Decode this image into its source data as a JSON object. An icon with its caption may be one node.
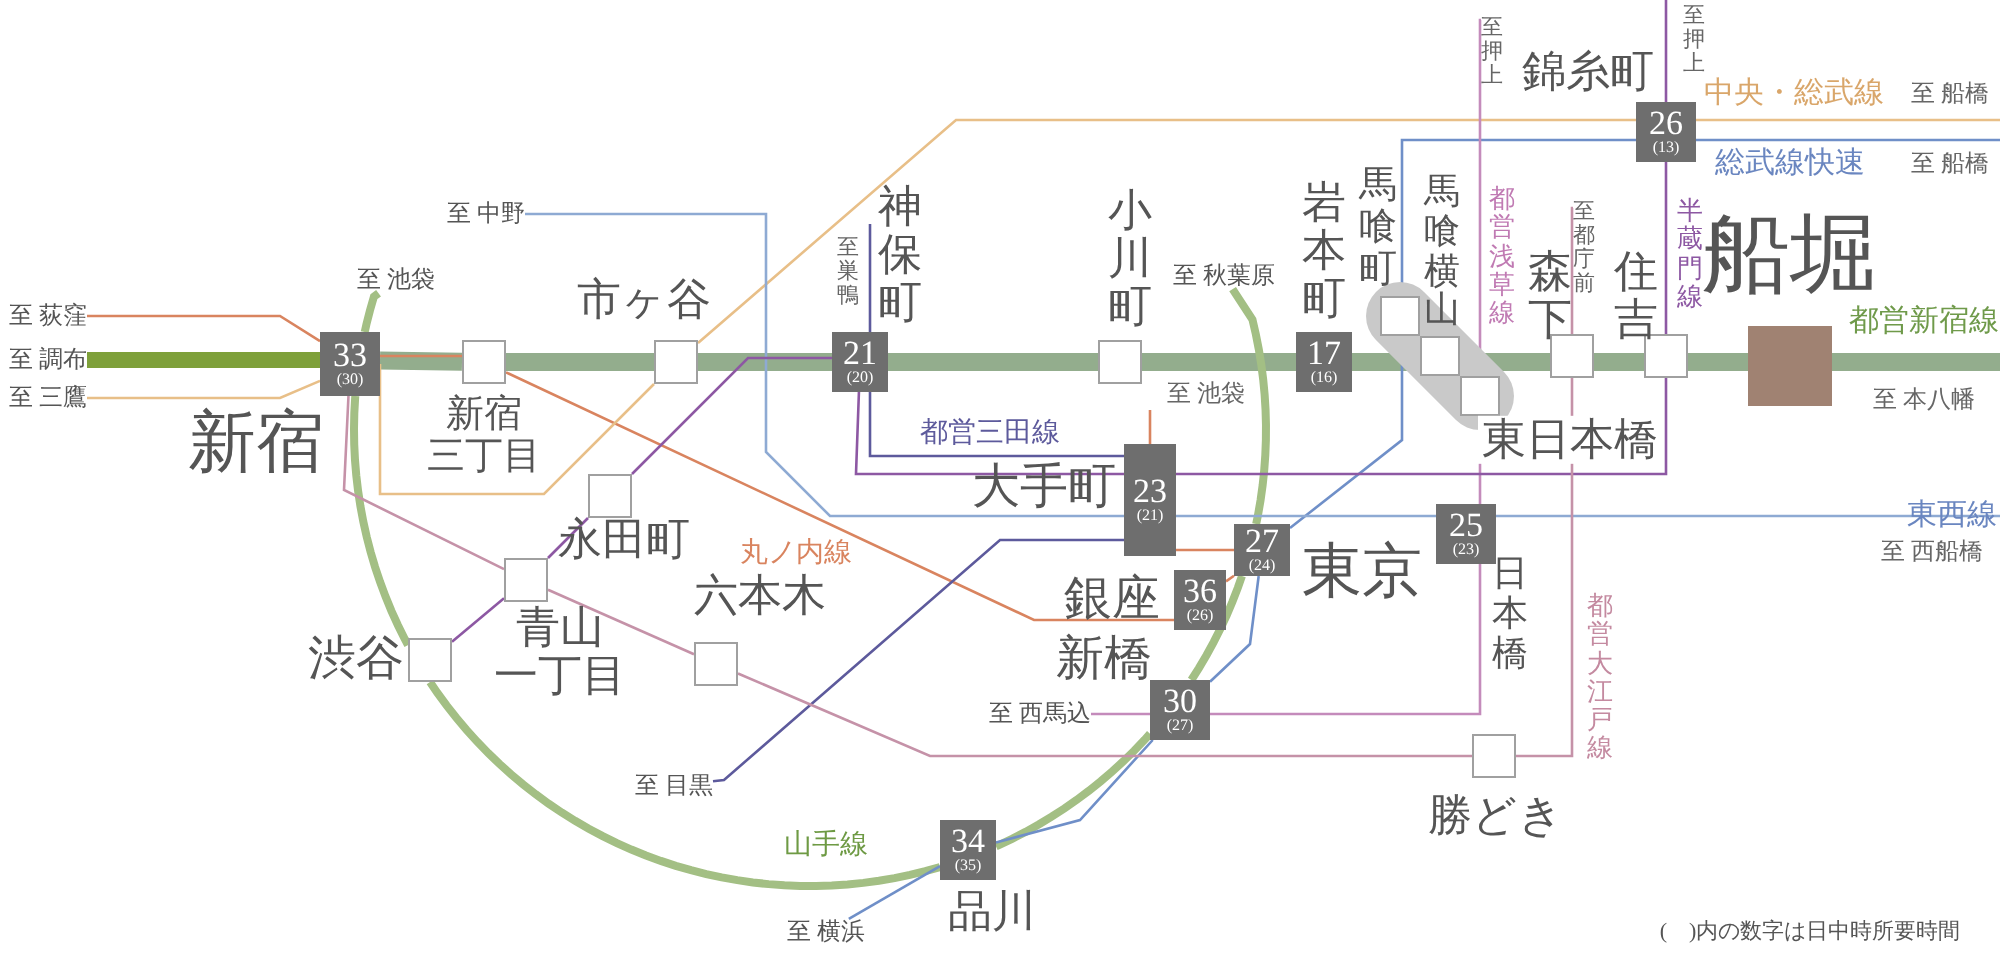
{
  "diagram": {
    "nodes": [
      {
        "text": [
          "33",
          "(30)"
        ],
        "beside": [
          "新宿"
        ]
      },
      {
        "text": [],
        "shape": "box",
        "beside": [
          "新宿三丁目"
        ]
      },
      {
        "text": [],
        "shape": "box",
        "beside": [
          "市ヶ谷"
        ]
      },
      {
        "text": [
          "21",
          "(20)"
        ],
        "beside": [
          "神保町"
        ]
      },
      {
        "text": [],
        "shape": "box",
        "beside": [
          "小川町"
        ]
      },
      {
        "text": [
          "17",
          "(16)"
        ],
        "beside": [
          "岩本町"
        ]
      },
      {
        "text": [],
        "shape": "box",
        "beside": [
          "馬喰町"
        ]
      },
      {
        "text": [],
        "shape": "box",
        "beside": [
          "馬喰横山"
        ]
      },
      {
        "text": [],
        "shape": "box",
        "beside": [
          "東日本橋"
        ]
      },
      {
        "text": [],
        "shape": "box",
        "beside": [
          "森下"
        ]
      },
      {
        "text": [],
        "shape": "box",
        "beside": [
          "住吉"
        ]
      },
      {
        "text": [],
        "shape": "box",
        "beside": [
          "船堀"
        ]
      },
      {
        "text": [
          "26",
          "(13)"
        ],
        "beside": [
          "錦糸町"
        ]
      },
      {
        "text": [
          "23",
          "(21)"
        ],
        "beside": [
          "大手町"
        ]
      },
      {
        "text": [
          "27",
          "(24)"
        ],
        "beside": [
          "東京"
        ]
      },
      {
        "text": [
          "36",
          "(26)"
        ],
        "beside": [
          "銀座"
        ]
      },
      {
        "text": [
          "25",
          "(23)"
        ],
        "beside": [
          "日本橋"
        ]
      },
      {
        "text": [
          "30",
          "(27)"
        ],
        "beside": [
          "新橋"
        ]
      },
      {
        "text": [
          "34",
          "(35)"
        ],
        "beside": [
          "品川"
        ]
      },
      {
        "text": [],
        "shape": "box",
        "beside": [
          "渋谷"
        ]
      },
      {
        "text": [],
        "shape": "box",
        "beside": [
          "青山一丁目"
        ]
      },
      {
        "text": [],
        "shape": "box",
        "beside": [
          "永田町"
        ]
      },
      {
        "text": [],
        "shape": "box",
        "beside": [
          "六本木"
        ]
      },
      {
        "text": [],
        "shape": "box",
        "beside": [
          "勝どき"
        ]
      },
      {
        "text": [
          "至 荻窪"
        ]
      },
      {
        "text": [
          "至 調布"
        ]
      },
      {
        "text": [
          "至 三鷹"
        ]
      },
      {
        "text": [
          "至 池袋"
        ]
      },
      {
        "text": [
          "至 中野"
        ]
      },
      {
        "text": [
          "至 秋葉原"
        ]
      },
      {
        "text": [
          "至 西馬込"
        ]
      },
      {
        "text": [
          "至 目黒"
        ]
      },
      {
        "text": [
          "至 横浜"
        ]
      },
      {
        "text": [
          "至押上"
        ]
      },
      {
        "text": [
          "至都庁前"
        ]
      },
      {
        "text": [
          "東西線"
        ]
      }
    ],
    "edges": [
      {
        "from": 25,
        "to": 0,
        "arrow": "none",
        "style": "thick",
        "color": "#7ea03a"
      },
      {
        "from": 0,
        "to": 1,
        "arrow": "none",
        "style": "thick",
        "color": "#93ad8d"
      },
      {
        "from": 1,
        "to": 2,
        "arrow": "none",
        "style": "thick",
        "color": "#93ad8d"
      },
      {
        "from": 2,
        "to": 3,
        "arrow": "none",
        "style": "thick",
        "color": "#93ad8d"
      },
      {
        "from": 3,
        "to": 4,
        "arrow": "none",
        "style": "thick",
        "color": "#93ad8d"
      },
      {
        "from": 4,
        "to": 5,
        "arrow": "none",
        "style": "thick",
        "color": "#93ad8d"
      },
      {
        "from": 5,
        "to": 7,
        "arrow": "none",
        "style": "thick",
        "color": "#93ad8d"
      },
      {
        "from": 7,
        "to": 9,
        "arrow": "none",
        "style": "thick",
        "color": "#93ad8d"
      },
      {
        "from": 9,
        "to": 10,
        "arrow": "none",
        "style": "thick",
        "color": "#93ad8d"
      },
      {
        "from": 10,
        "to": 11,
        "arrow": "none",
        "style": "thick",
        "color": "#93ad8d"
      },
      {
        "from": 11,
        "to": null,
        "arrow": "none",
        "style": "thick",
        "color": "#93ad8d"
      },
      {
        "from": 24,
        "to": 0,
        "arrow": "none",
        "color": "#d9845f"
      },
      {
        "from": 0,
        "to": 1,
        "arrow": "none",
        "color": "#d9845f"
      },
      {
        "from": 1,
        "to": 15,
        "arrow": "none",
        "color": "#d9845f"
      },
      {
        "from": 15,
        "to": 14,
        "arrow": "none",
        "color": "#d9845f"
      },
      {
        "from": 14,
        "to": 13,
        "arrow": "none",
        "color": "#d9845f"
      },
      {
        "from": 13,
        "to": null,
        "arrow": "none",
        "color": "#d9845f"
      },
      {
        "from": 26,
        "to": 0,
        "arrow": "none",
        "color": "#e8bf88"
      },
      {
        "from": 0,
        "to": 2,
        "arrow": "none",
        "color": "#e8bf88"
      },
      {
        "from": 2,
        "to": 12,
        "arrow": "none",
        "color": "#e8bf88"
      },
      {
        "from": 12,
        "to": null,
        "arrow": "none",
        "color": "#e8bf88"
      },
      {
        "from": 32,
        "to": 18,
        "arrow": "none",
        "color": "#6f8fc8"
      },
      {
        "from": 18,
        "to": 17,
        "arrow": "none",
        "color": "#6f8fc8"
      },
      {
        "from": 17,
        "to": 14,
        "arrow": "none",
        "color": "#6f8fc8"
      },
      {
        "from": 14,
        "to": 6,
        "arrow": "none",
        "color": "#6f8fc8"
      },
      {
        "from": 6,
        "to": 12,
        "arrow": "none",
        "color": "#6f8fc8"
      },
      {
        "from": 12,
        "to": null,
        "arrow": "none",
        "color": "#6f8fc8"
      },
      {
        "from": 28,
        "to": 13,
        "arrow": "none",
        "color": "#8eaad3"
      },
      {
        "from": 13,
        "to": 16,
        "arrow": "none",
        "color": "#8eaad3"
      },
      {
        "from": 16,
        "to": 35,
        "arrow": "none",
        "color": "#8eaad3"
      },
      {
        "from": null,
        "to": 3,
        "arrow": "none",
        "color": "#5d5a9c"
      },
      {
        "from": 3,
        "to": 13,
        "arrow": "none",
        "color": "#5d5a9c"
      },
      {
        "from": 13,
        "to": 31,
        "arrow": "none",
        "color": "#5d5a9c"
      },
      {
        "from": 30,
        "to": 17,
        "arrow": "none",
        "color": "#c48bbb"
      },
      {
        "from": 17,
        "to": 16,
        "arrow": "none",
        "color": "#c48bbb"
      },
      {
        "from": 16,
        "to": 8,
        "arrow": "none",
        "color": "#c48bbb"
      },
      {
        "from": 8,
        "to": 33,
        "arrow": "none",
        "color": "#c48bbb"
      },
      {
        "from": 19,
        "to": 20,
        "arrow": "none",
        "color": "#8d58a3"
      },
      {
        "from": 20,
        "to": 21,
        "arrow": "none",
        "color": "#8d58a3"
      },
      {
        "from": 21,
        "to": 3,
        "arrow": "none",
        "color": "#8d58a3"
      },
      {
        "from": 3,
        "to": 13,
        "arrow": "none",
        "color": "#8d58a3"
      },
      {
        "from": 13,
        "to": 10,
        "arrow": "none",
        "color": "#8d58a3"
      },
      {
        "from": 10,
        "to": 12,
        "arrow": "none",
        "color": "#8d58a3"
      },
      {
        "from": 12,
        "to": null,
        "arrow": "none",
        "color": "#8d58a3"
      },
      {
        "from": 0,
        "to": 20,
        "arrow": "none",
        "color": "#c592a8"
      },
      {
        "from": 20,
        "to": 22,
        "arrow": "none",
        "color": "#c592a8"
      },
      {
        "from": 22,
        "to": 23,
        "arrow": "none",
        "color": "#c592a8"
      },
      {
        "from": 23,
        "to": 9,
        "arrow": "none",
        "color": "#c592a8"
      },
      {
        "from": 9,
        "to": 34,
        "arrow": "none",
        "color": "#c592a8"
      },
      {
        "from": 27,
        "to": 0,
        "arrow": "none",
        "style": "thick",
        "color": "#a3bf84"
      },
      {
        "from": 0,
        "to": 19,
        "arrow": "none",
        "style": "thick",
        "color": "#a3bf84"
      },
      {
        "from": 19,
        "to": 18,
        "arrow": "none",
        "style": "thick",
        "color": "#a3bf84"
      },
      {
        "from": 18,
        "to": 17,
        "arrow": "none",
        "style": "thick",
        "color": "#a3bf84"
      },
      {
        "from": 17,
        "to": 14,
        "arrow": "none",
        "style": "thick",
        "color": "#a3bf84"
      },
      {
        "from": 14,
        "to": 29,
        "arrow": "none",
        "style": "thick",
        "color": "#a3bf84"
      }
    ],
    "labels": [
      "至押上",
      "中央・総武線",
      "至 船橋",
      "総武線快速",
      "至 船橋",
      "都営浅草線",
      "半蔵門線",
      "至巣鴨",
      "都営新宿線",
      "至 本八幡",
      "至 池袋",
      "都営三田線",
      "至 西船橋",
      "丸ノ内線",
      "都営大江戸線",
      "山手線",
      "(　)内の数字は日中時所要時間"
    ]
  }
}
